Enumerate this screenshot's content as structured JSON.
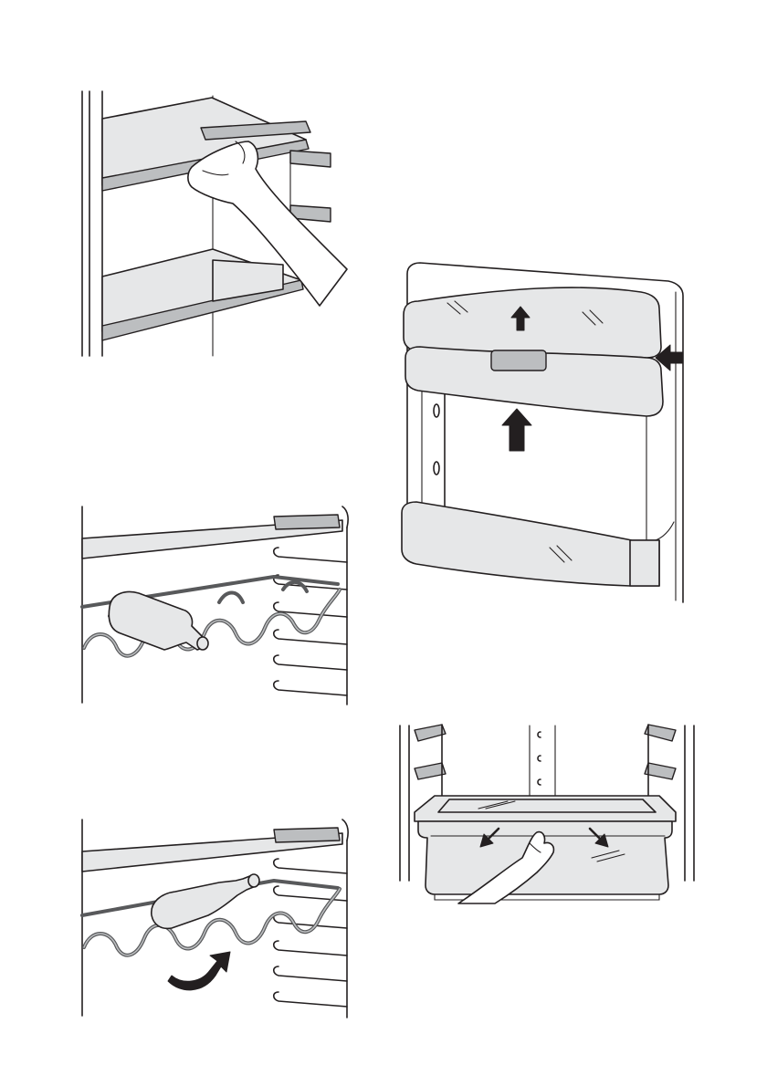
{
  "page": {
    "figures": [
      {
        "id": "shelf-removal",
        "icon": "hand-lifting-glass-shelf"
      },
      {
        "id": "wine-rack-bottle",
        "icon": "bottle-on-wine-rack"
      },
      {
        "id": "wine-rack-tilt",
        "icon": "bottle-tilted-with-curved-arrow"
      },
      {
        "id": "door-balcony-removal",
        "icon": "door-balcony-upward-arrows"
      },
      {
        "id": "crisper-drawer",
        "icon": "hand-pulling-drawer-outward"
      }
    ]
  }
}
